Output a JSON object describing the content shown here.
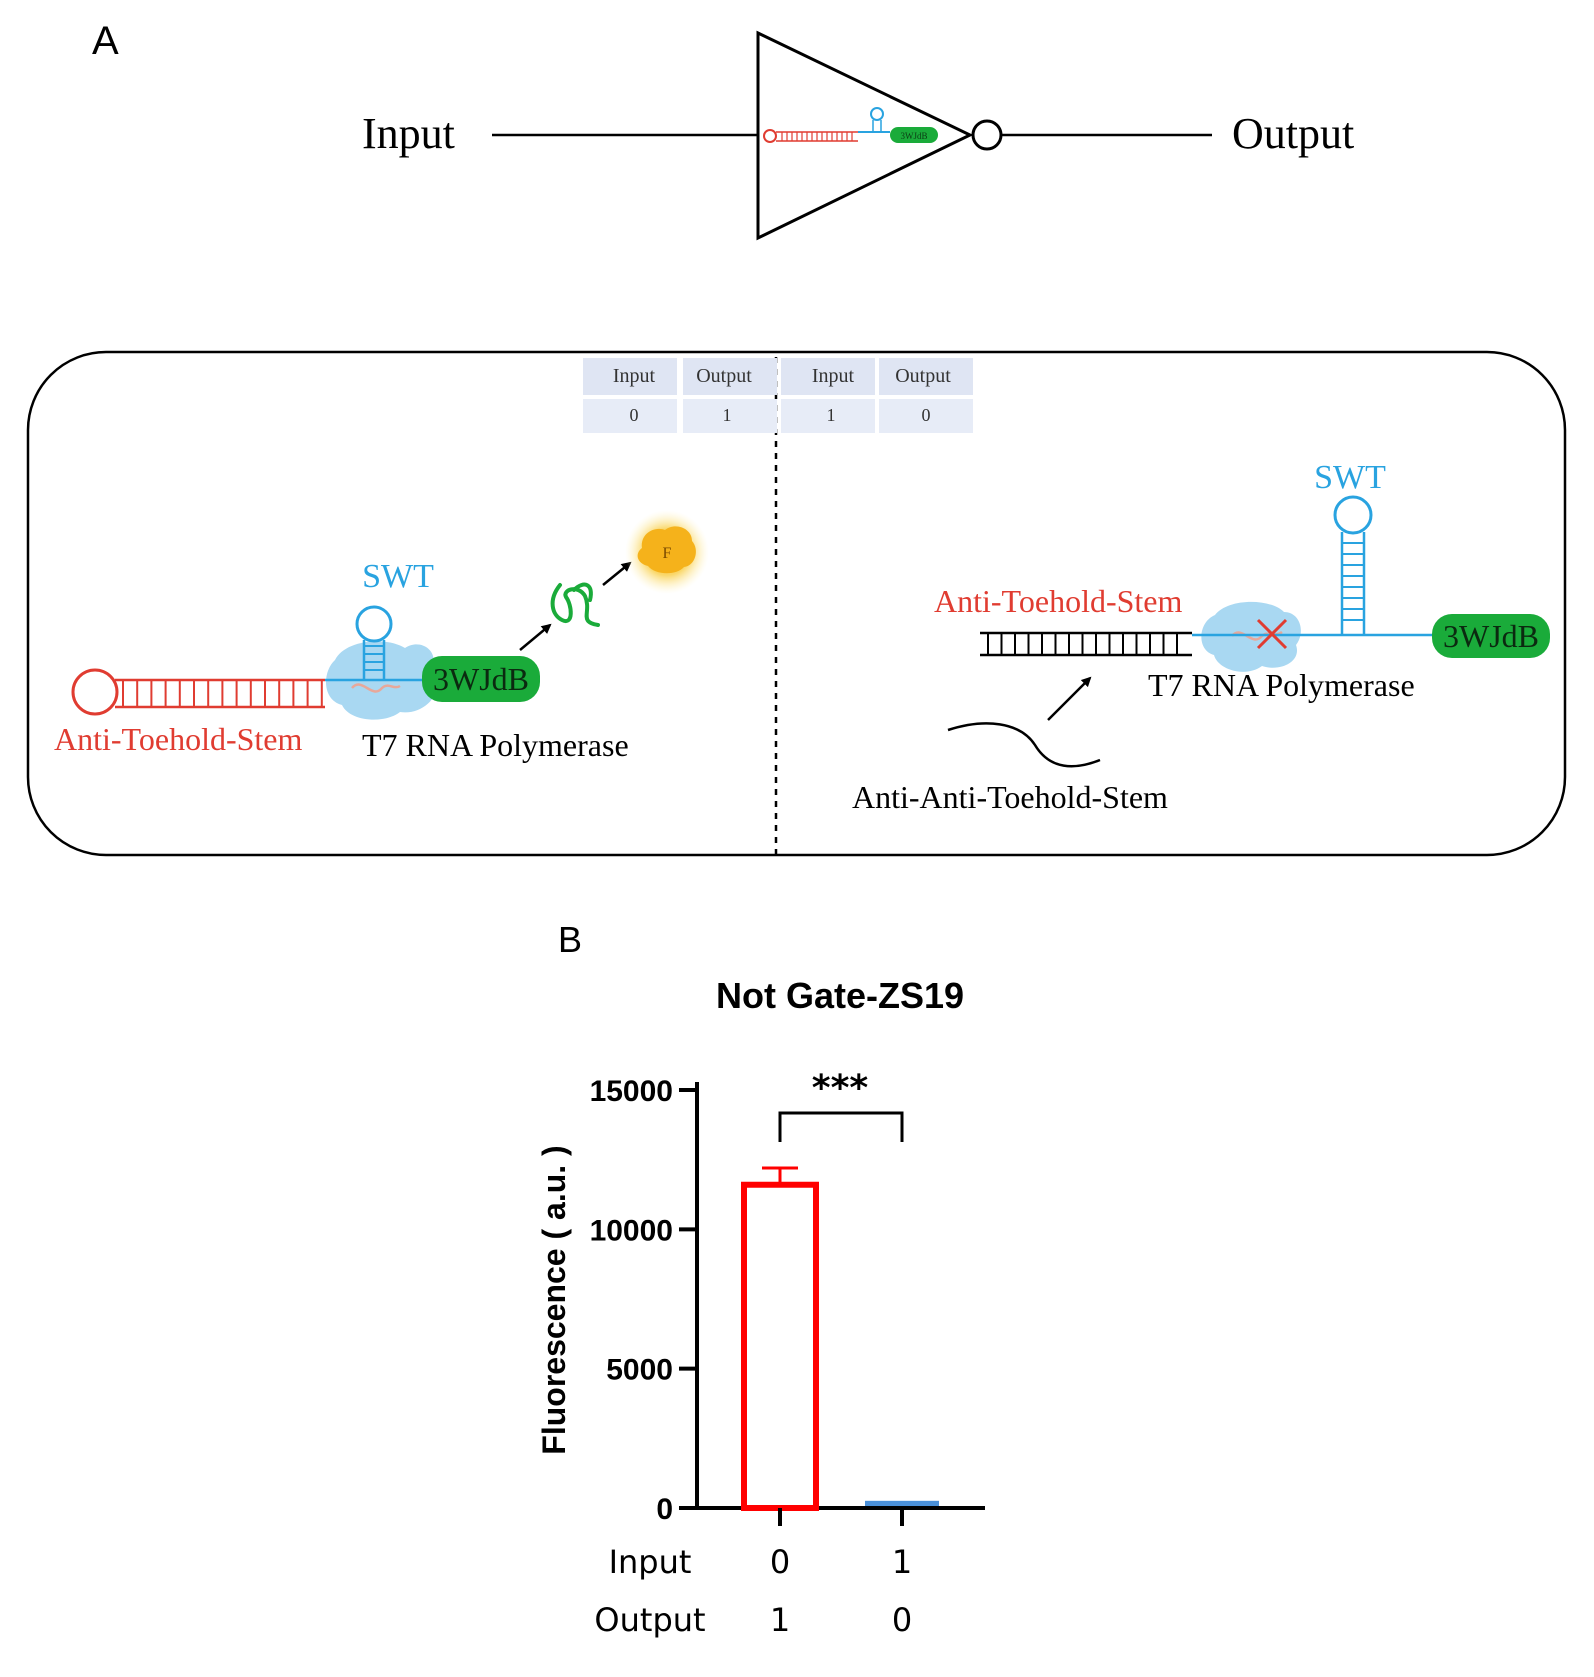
{
  "panel_a": {
    "label": "A",
    "gate": {
      "input_label": "Input",
      "output_label": "Output",
      "mini_tag": "3WJdB"
    },
    "truth_table": {
      "headers": [
        "Input",
        "Output",
        "Input",
        "Output"
      ],
      "values": [
        "0",
        "1",
        "1",
        "0"
      ]
    },
    "left_state": {
      "swt_label": "SWT",
      "tag": "3WJdB",
      "anti_toehold": "Anti-Toehold-Stem",
      "polymerase": "T7 RNA Polymerase",
      "fluor": "F"
    },
    "right_state": {
      "swt_label": "SWT",
      "anti_toehold": "Anti-Toehold-Stem",
      "polymerase": "T7 RNA Polymerase",
      "tag": "3WJdB",
      "anti_anti": "Anti-Anti-Toehold-Stem"
    },
    "colors": {
      "red": "#e03c31",
      "blue": "#29a3e0",
      "green": "#1aab3a",
      "table_bg": "#dfe5f3",
      "polymerase": "#a9d8f2",
      "fluor": "#f5b21b"
    }
  },
  "panel_b": {
    "label": "B",
    "significance": "***",
    "row_labels": [
      "Input",
      "Output"
    ],
    "conditions": [
      {
        "input": "0",
        "output": "1"
      },
      {
        "input": "1",
        "output": "0"
      }
    ]
  },
  "chart_data": {
    "type": "bar",
    "title": "Not Gate-ZS19",
    "ylabel": "Fluorescence ( a.u. )",
    "xlabel": "",
    "categories": [
      "0/1",
      "1/0"
    ],
    "values": [
      11600,
      150
    ],
    "error": [
      600,
      0
    ],
    "ylim": [
      0,
      15000
    ],
    "yticks": [
      0,
      5000,
      10000,
      15000
    ],
    "bar_colors": [
      "#ff0000",
      "#4a90d9"
    ],
    "grid": false
  }
}
